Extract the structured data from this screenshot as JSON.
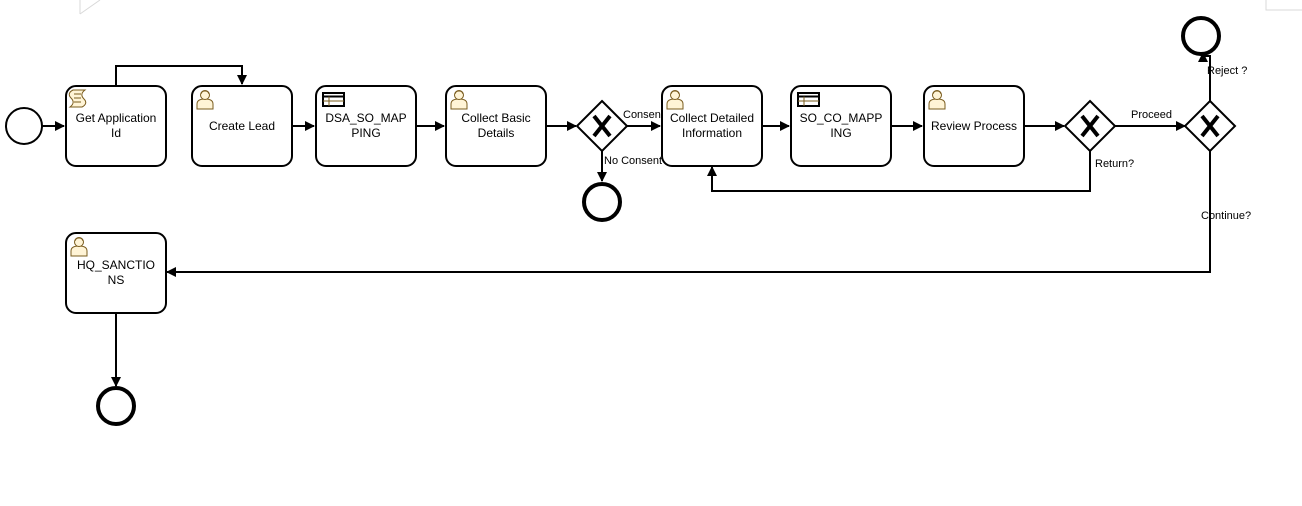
{
  "tasks": {
    "get_application_id": {
      "lines": [
        "Get Application",
        "Id"
      ],
      "icon": "script-icon"
    },
    "create_lead": {
      "lines": [
        "Create Lead"
      ],
      "icon": "user-icon"
    },
    "dsa_so_mapping": {
      "lines": [
        "DSA_SO_MAP",
        "PING"
      ],
      "icon": "business-rule-icon"
    },
    "collect_basic_details": {
      "lines": [
        "Collect Basic",
        "Details"
      ],
      "icon": "user-icon"
    },
    "collect_detailed_information": {
      "lines": [
        "Collect Detailed",
        "Information"
      ],
      "icon": "user-icon"
    },
    "so_co_mapping": {
      "lines": [
        "SO_CO_MAPP",
        "ING"
      ],
      "icon": "business-rule-icon"
    },
    "review_process": {
      "lines": [
        "Review Process"
      ],
      "icon": "user-icon"
    },
    "hq_sanctions": {
      "lines": [
        "HQ_SANCTIO",
        "NS"
      ],
      "icon": "user-icon"
    }
  },
  "flow_labels": {
    "consent": "Consent ?",
    "no_consent": "No Consent",
    "proceed": "Proceed",
    "return": "Return?",
    "reject": "Reject ?",
    "continue": "Continue?"
  },
  "colors": {
    "stroke": "#000000",
    "icon_stroke": "#7a5c1e",
    "icon_fill": "#fff4d6"
  }
}
